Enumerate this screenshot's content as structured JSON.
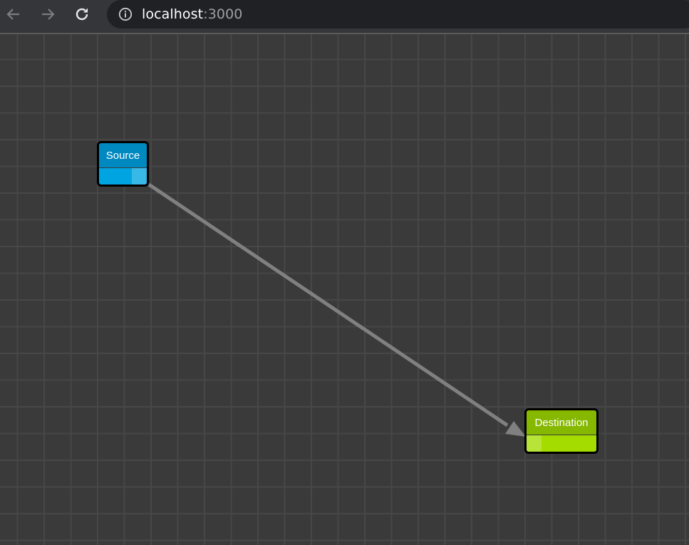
{
  "browser": {
    "back_icon": "arrow-left-icon",
    "forward_icon": "arrow-right-icon",
    "reload_icon": "reload-icon",
    "site_info_icon": "info-icon",
    "url_host": "localhost",
    "url_port": ":3000"
  },
  "graph": {
    "nodes": [
      {
        "label": "Source",
        "header_color": "#0088c0",
        "body_color": "#00a4e0"
      },
      {
        "label": "Destination",
        "header_color": "#86b800",
        "body_color": "#a4dc00"
      }
    ],
    "edges": [
      {
        "from": "Source",
        "to": "Destination",
        "color": "#808080"
      }
    ]
  }
}
